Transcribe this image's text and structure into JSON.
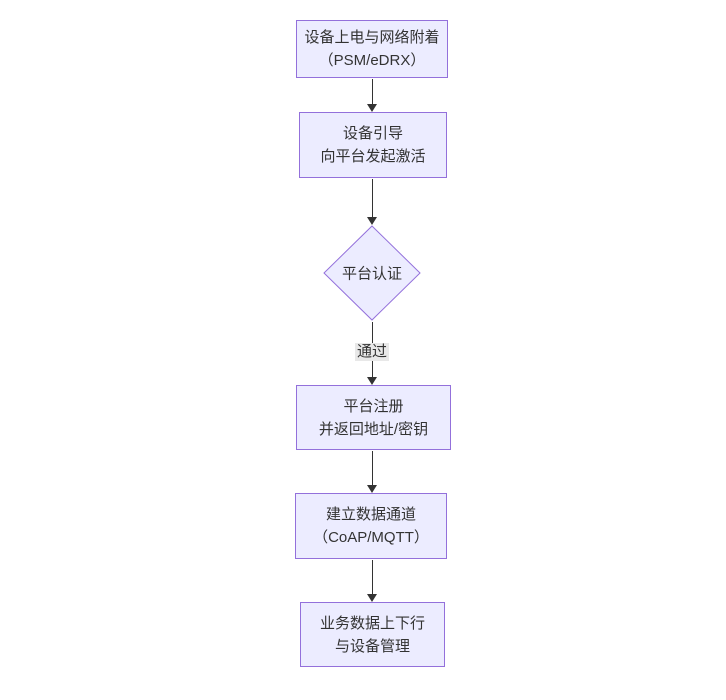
{
  "flowchart": {
    "background": "#ffffff",
    "colors": {
      "node_fill": "#ECECFF",
      "node_border": "#9370DB",
      "text": "#333333",
      "arrow": "#333333",
      "edge_label_bg": "#e8e8e8"
    },
    "nodes": [
      {
        "id": "A",
        "shape": "rect",
        "lines": [
          "设备上电与网络附着",
          "（PSM/eDRX）"
        ]
      },
      {
        "id": "B",
        "shape": "rect",
        "lines": [
          "设备引导",
          "向平台发起激活"
        ]
      },
      {
        "id": "C",
        "shape": "diamond",
        "lines": [
          "平台认证"
        ]
      },
      {
        "id": "D",
        "shape": "rect",
        "lines": [
          "平台注册",
          "并返回地址/密钥"
        ]
      },
      {
        "id": "E",
        "shape": "rect",
        "lines": [
          "建立数据通道",
          "（CoAP/MQTT）"
        ]
      },
      {
        "id": "F",
        "shape": "rect",
        "lines": [
          "业务数据上下行",
          "与设备管理"
        ]
      }
    ],
    "edges": [
      {
        "from": "A",
        "to": "B",
        "label": ""
      },
      {
        "from": "B",
        "to": "C",
        "label": ""
      },
      {
        "from": "C",
        "to": "D",
        "label": "通过"
      },
      {
        "from": "D",
        "to": "E",
        "label": ""
      },
      {
        "from": "E",
        "to": "F",
        "label": ""
      }
    ]
  }
}
